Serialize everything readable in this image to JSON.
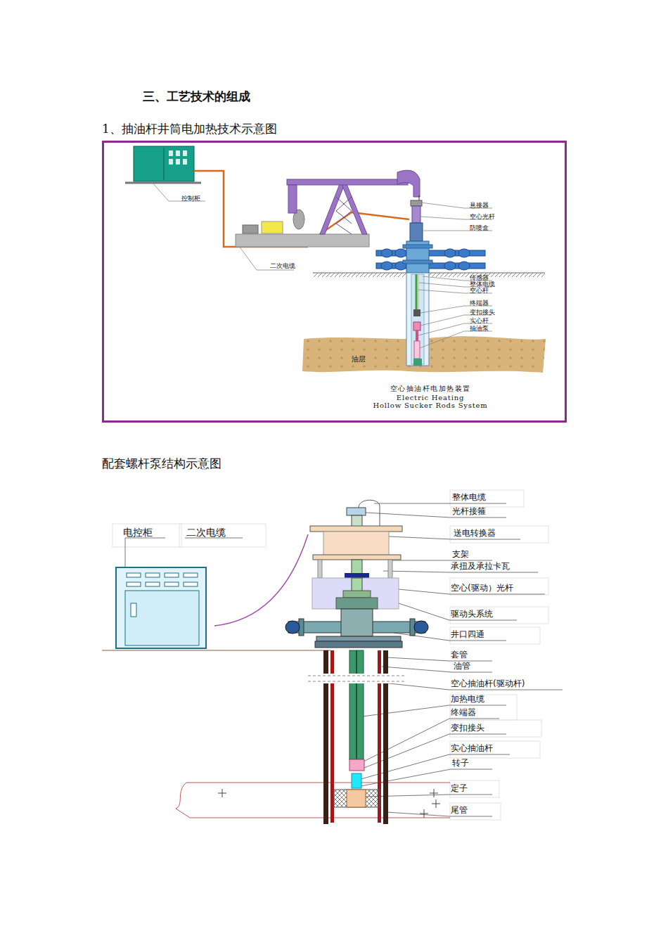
{
  "diagram": {
    "title": "三、工艺技术的组成",
    "nodes": [
      {
        "text": [
          "1、抽油杆井筒电加热技术示意图",
          "空心抽油杆电加热装置",
          "Electric Heating",
          "Hollow Sucker Rods System"
        ]
      }
    ],
    "labels": [
      "控制柜",
      "二次电缆",
      "悬接器",
      "空心光杆",
      "防喷盒",
      "传感器",
      "整体电缆",
      "空心杆",
      "终端器",
      "变扣接头",
      "实心杆",
      "抽油泵",
      "油层",
      "配套螺杆泵结构示意图",
      "整体电缆",
      "光杆接箍",
      "送电转换器",
      "电控柜",
      "二次电缆",
      "支架",
      "承扭及承拉卡瓦",
      "空心(驱动）光杆",
      "驱动头系统",
      "井口四通",
      "套管",
      "油管",
      "空心抽油杆(驱动杆)",
      "加热电缆",
      "终端器",
      "变扣接头",
      "实心抽油杆",
      "转子",
      "定子",
      "尾管"
    ]
  }
}
